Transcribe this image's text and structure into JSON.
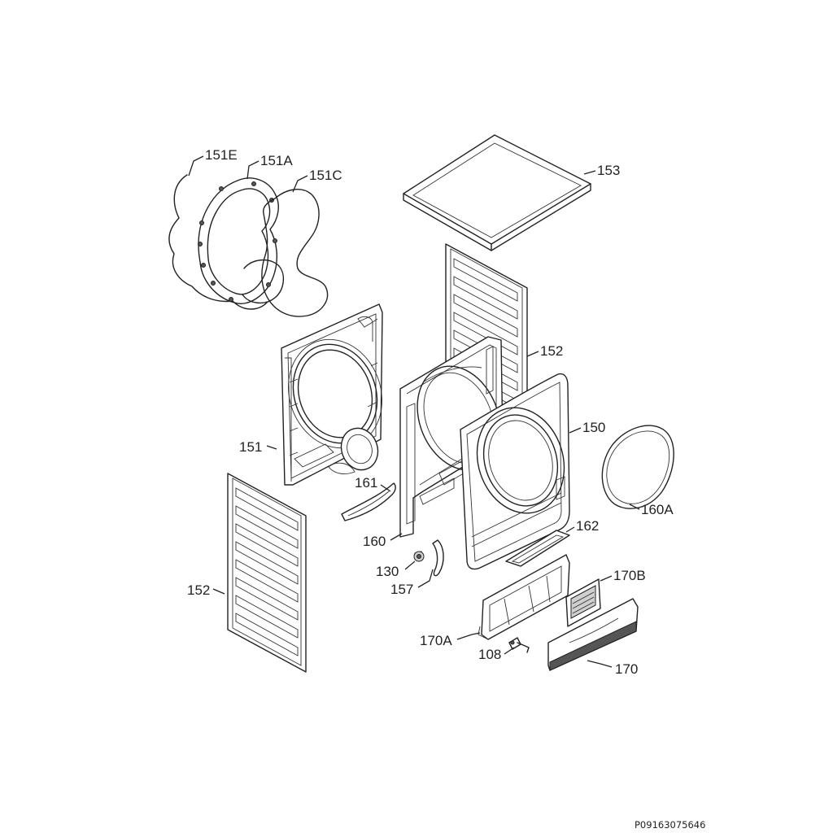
{
  "labels": {
    "l151E": "151E",
    "l151A": "151A",
    "l151C": "151C",
    "l153": "153",
    "l152_upper": "152",
    "l150": "150",
    "l151": "151",
    "l161": "161",
    "l160A": "160A",
    "l162": "162",
    "l160": "160",
    "l130": "130",
    "l157": "157",
    "l170B": "170B",
    "l152_lower": "152",
    "l170A": "170A",
    "l108": "108",
    "l170": "170"
  },
  "drawing_code": "P09163075646"
}
